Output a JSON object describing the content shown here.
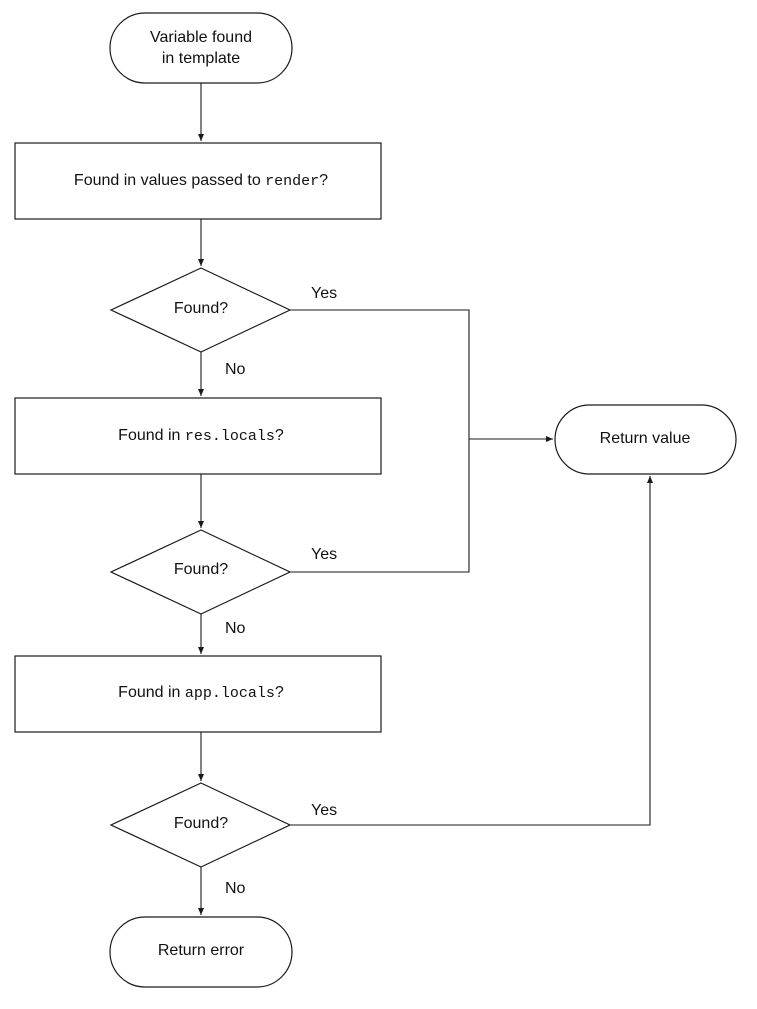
{
  "diagram": {
    "start": {
      "line1": "Variable found",
      "line2": "in template"
    },
    "steps": [
      {
        "prefix": "Found in values passed to ",
        "code": "render",
        "suffix": "?"
      },
      {
        "prefix": "Found in ",
        "code": "res.locals",
        "suffix": "?"
      },
      {
        "prefix": "Found in ",
        "code": "app.locals",
        "suffix": "?"
      }
    ],
    "decisions": [
      {
        "label": "Found?",
        "yes": "Yes",
        "no": "No"
      },
      {
        "label": "Found?",
        "yes": "Yes",
        "no": "No"
      },
      {
        "label": "Found?",
        "yes": "Yes",
        "no": "No"
      }
    ],
    "return_value": "Return value",
    "return_error": "Return error"
  }
}
